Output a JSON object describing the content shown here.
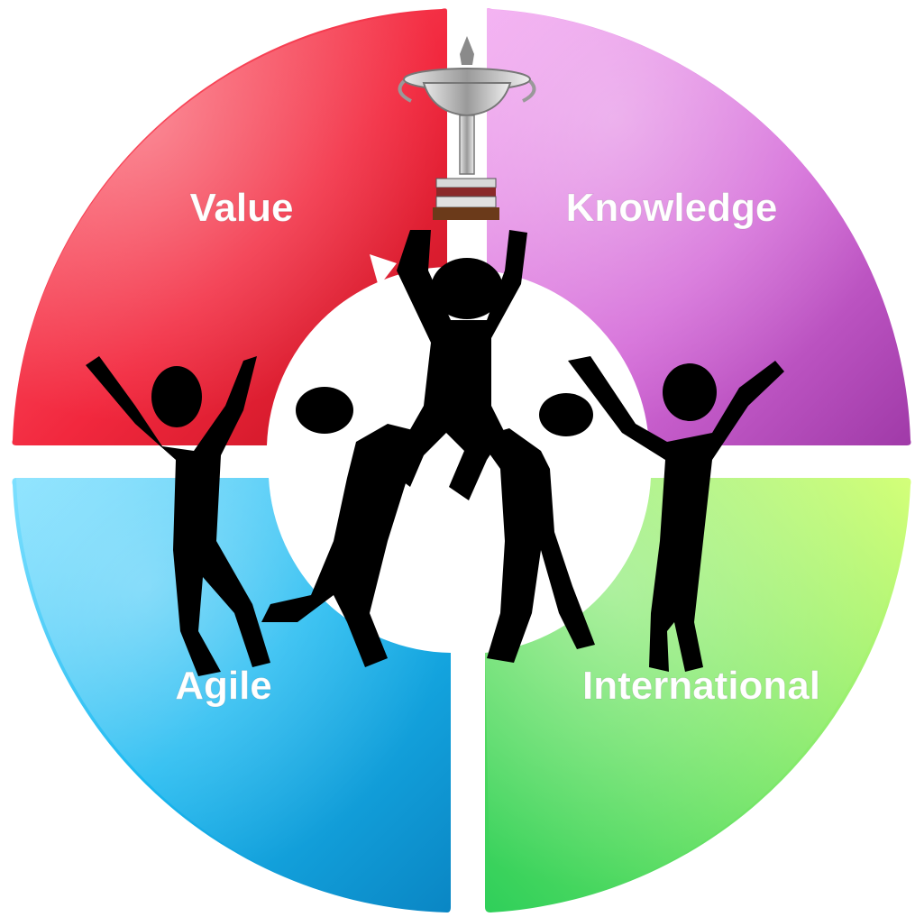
{
  "diagram": {
    "type": "four-quadrant-cycle",
    "quadrants": [
      {
        "id": "value",
        "label": "Value",
        "color_light": "#ff6a78",
        "color": "#f2283e",
        "color_dark": "#c0101e"
      },
      {
        "id": "knowledge",
        "label": "Knowledge",
        "color_light": "#f2a6f0",
        "color": "#d46ad8",
        "color_dark": "#a03aa8"
      },
      {
        "id": "agile",
        "label": "Agile",
        "color_light": "#7ee0ff",
        "color": "#1ab8f0",
        "color_dark": "#0a86c4"
      },
      {
        "id": "international",
        "label": "International",
        "color_light": "#d4ff7a",
        "color": "#7ee86a",
        "color_dark": "#2fcf5a"
      }
    ],
    "center_color": "#ffffff",
    "figure_color": "#000000",
    "trophy_color": "#b0b0b0"
  },
  "icons": {
    "trophy": "trophy-icon",
    "figures": [
      "dancing-figure-icon",
      "dancing-figure-icon",
      "lifting-figure-icon",
      "lifting-figure-icon",
      "dancing-figure-icon"
    ]
  }
}
